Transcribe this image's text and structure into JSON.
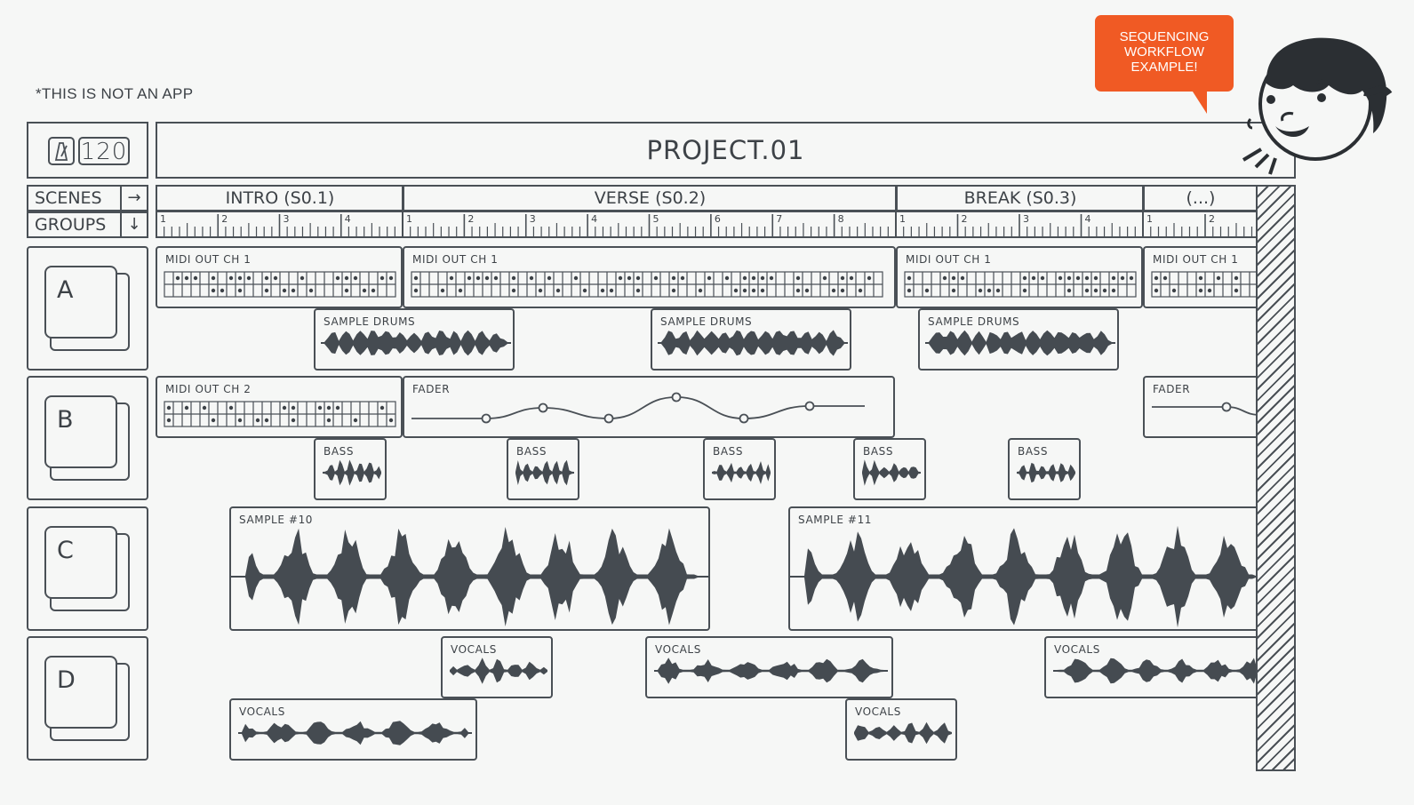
{
  "note": "*THIS IS NOT AN APP",
  "tempo": {
    "bpm": "120",
    "icon": "metronome-icon"
  },
  "project": {
    "title": "PROJECT.01"
  },
  "nav": {
    "scenes": {
      "label": "SCENES",
      "icon": "arrow-right-icon",
      "glyph": "→"
    },
    "groups": {
      "label": "GROUPS",
      "icon": "arrow-down-icon",
      "glyph": "↓"
    }
  },
  "scenes": [
    {
      "label": "INTRO (S0.1)",
      "bars": [
        "1",
        "2",
        "3",
        "4"
      ]
    },
    {
      "label": "VERSE (S0.2)",
      "bars": [
        "1",
        "2",
        "3",
        "4",
        "5",
        "6",
        "7",
        "8"
      ]
    },
    {
      "label": "BREAK (S0.3)",
      "bars": [
        "1",
        "2",
        "3",
        "4"
      ]
    },
    {
      "label": "(...)",
      "bars": [
        "1",
        "2"
      ]
    }
  ],
  "groups": [
    {
      "letter": "A"
    },
    {
      "letter": "B"
    },
    {
      "letter": "C"
    },
    {
      "letter": "D"
    }
  ],
  "clips": {
    "midi_ch1": "MIDI OUT CH 1",
    "midi_ch2": "MIDI OUT CH 2",
    "sample_drums": "SAMPLE DRUMS",
    "fader": "FADER",
    "bass": "BASS",
    "sample10": "SAMPLE #10",
    "sample11": "SAMPLE #11",
    "vocals": "VOCALS"
  },
  "callout": {
    "text": "SEQUENCING\nWORKFLOW\nEXAMPLE!",
    "color": "#f05a24"
  },
  "colors": {
    "ink": "#3d4247",
    "background": "#f6f7f6",
    "accent": "#f05a24"
  }
}
